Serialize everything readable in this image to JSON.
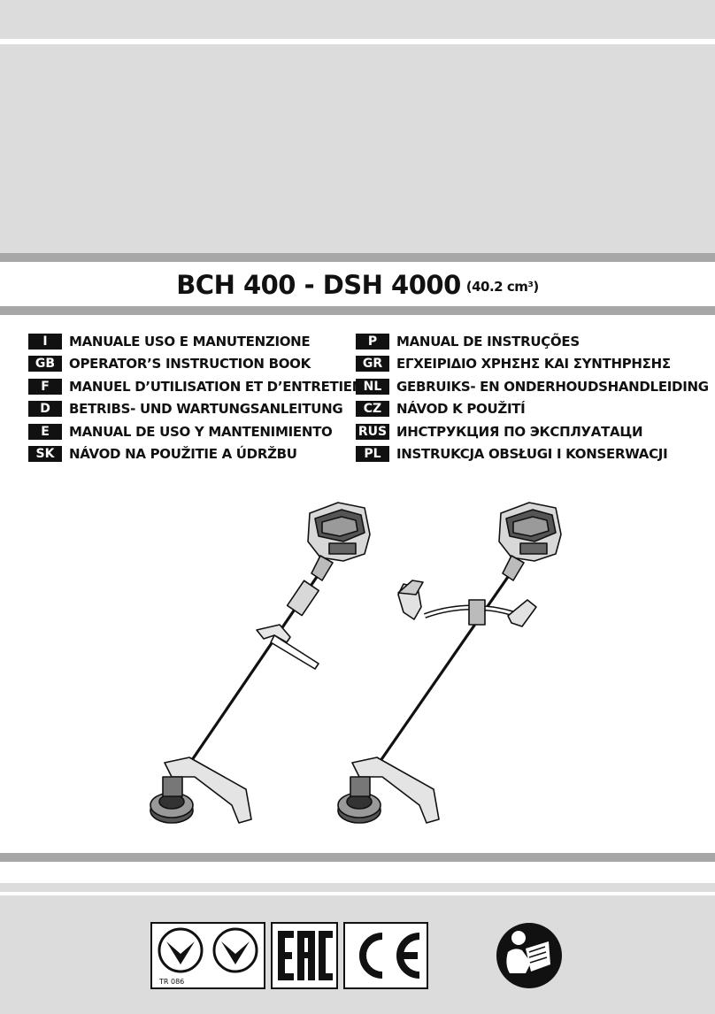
{
  "title": {
    "main": "BCH 400 - DSH 4000",
    "displacement": "(40.2 cm³)"
  },
  "languages_left": [
    {
      "code": "I",
      "text": "MANUALE USO E MANUTENZIONE"
    },
    {
      "code": "GB",
      "text": "OPERATOR’S INSTRUCTION BOOK"
    },
    {
      "code": "F",
      "text": "MANUEL D’UTILISATION ET D’ENTRETIEN"
    },
    {
      "code": "D",
      "text": "BETRIBS- UND WARTUNGSANLEITUNG"
    },
    {
      "code": "E",
      "text": "MANUAL DE USO Y MANTENIMIENTO"
    },
    {
      "code": "SK",
      "text": "NÁVOD NA POUŽITIE A ÚDRŽBU"
    }
  ],
  "languages_right": [
    {
      "code": "P",
      "text": "MANUAL DE INSTRUÇÕES"
    },
    {
      "code": "GR",
      "text": "ΕΓΧΕΙΡΙΔΙΟ ΧΡΗΣΗΣ ΚΑΙ ΣΥΝΤΗΡΗΣΗΣ"
    },
    {
      "code": "NL",
      "text": "GEBRUIKS- EN ONDERHOUDSHANDLEIDING"
    },
    {
      "code": "CZ",
      "text": "NÁVOD K POUŽITÍ"
    },
    {
      "code": "RUS",
      "text": "ИНСТРУКЦИЯ ПО ЭКСПЛУАТАЦИ"
    },
    {
      "code": "PL",
      "text": "INSTRUKCJA OBSŁUGI I KONSERWACJI"
    }
  ],
  "logos": {
    "tr_caption": "TR 086",
    "icons": [
      "tr-certification-icon",
      "eac-mark-icon",
      "ce-mark-icon",
      "read-manual-icon"
    ]
  },
  "illustrations": [
    "brushcutter-bike-handle-icon",
    "brushcutter-loop-handle-icon"
  ]
}
